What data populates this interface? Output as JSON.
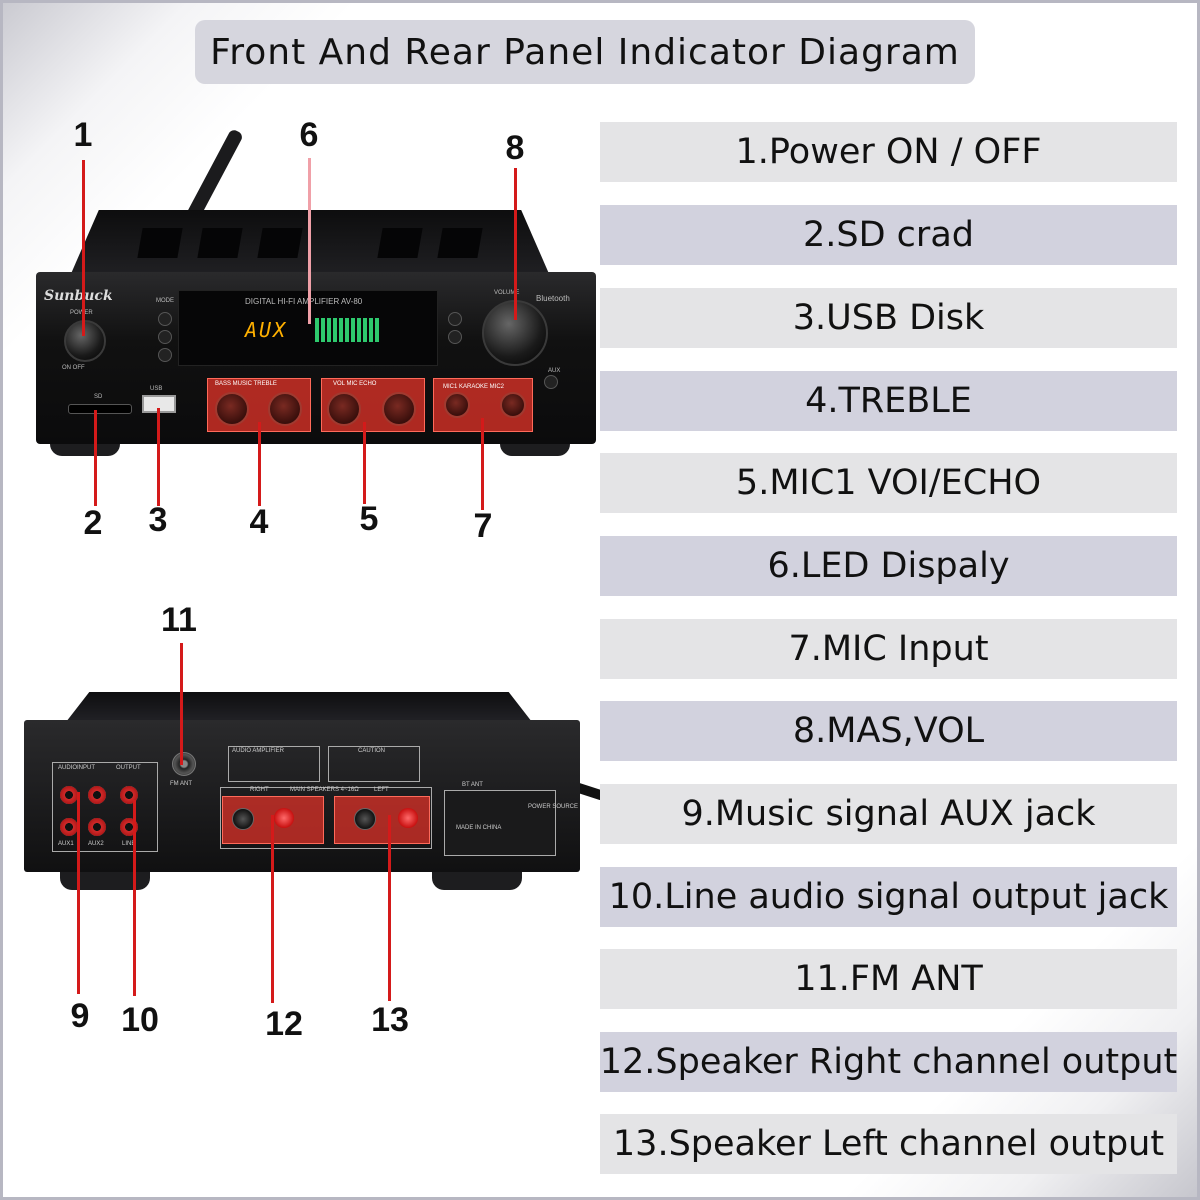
{
  "title": "Front And Rear Panel Indicator Diagram",
  "legend": [
    "1.Power ON / OFF",
    "2.SD crad",
    "3.USB Disk",
    "4.TREBLE",
    "5.MIC1 VOI/ECHO",
    "6.LED Dispaly",
    "7.MIC Input",
    "8.MAS,VOL",
    "9.Music signal AUX jack",
    "10.Line audio signal output jack",
    "11.FM ANT",
    "12.Speaker Right channel output",
    "13.Speaker Left channel output"
  ],
  "callouts": [
    "1",
    "2",
    "3",
    "4",
    "5",
    "6",
    "7",
    "8",
    "9",
    "10",
    "11",
    "12",
    "13"
  ],
  "device_front": {
    "brand": "Sunbuck",
    "power": "POWER",
    "on_off": "ON   OFF",
    "mode": "MODE",
    "display_title": "DIGITAL HI-FI AMPLIFIER AV-80",
    "display_mode": "AUX",
    "volume": "VOLUME",
    "bluetooth": "Bluetooth",
    "sd": "SD",
    "usb": "USB",
    "tone_labels": "BASS  MUSIC  TREBLE",
    "mic_labels": "VOL  MIC  ECHO",
    "mic_inputs": "MIC1  KARAOKE  MIC2",
    "aux": "AUX"
  },
  "device_rear": {
    "audio_input": "AUDIOINPUT",
    "output": "OUTPUT",
    "aux1": "AUX1",
    "aux2": "AUX2",
    "line": "LINE",
    "fm_ant": "FM ANT",
    "audio_amplifier": "AUDIO AMPLIFIER",
    "caution": "CAUTION",
    "right": "RIGHT",
    "left": "LEFT",
    "main_speakers": "MAIN SPEAKERS 4~16Ω",
    "bt_ant": "BT ANT",
    "made_in": "MADE IN CHINA",
    "power_source": "POWER SOURCE"
  }
}
